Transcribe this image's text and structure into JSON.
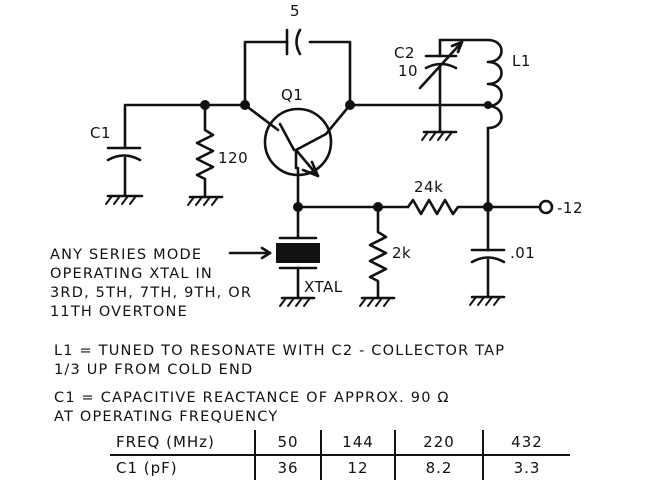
{
  "components": {
    "c5": "5",
    "q1": "Q1",
    "c2": "C2",
    "c2_value": "10",
    "l1": "L1",
    "c1": "C1",
    "r120": "120",
    "r24k": "24k",
    "c01": ".01",
    "supply": "-12",
    "r2k": "2k",
    "xtal": "XTAL"
  },
  "notes": {
    "series_mode": "ANY SERIES MODE\nOPERATING XTAL IN\n3RD, 5TH, 7TH, 9TH, OR\n11TH OVERTONE",
    "l1_note": "L1 = TUNED TO RESONATE WITH C2 - COLLECTOR TAP\n1/3 UP FROM COLD END",
    "c1_note": "C1 = CAPACITIVE REACTANCE OF APPROX. 90 Ω\nAT OPERATING FREQUENCY"
  },
  "table": {
    "headers": [
      "FREQ (MHz)",
      "50",
      "144",
      "220",
      "432"
    ],
    "row": [
      "C1 (pF)",
      "36",
      "12",
      "8.2",
      "3.3"
    ]
  }
}
